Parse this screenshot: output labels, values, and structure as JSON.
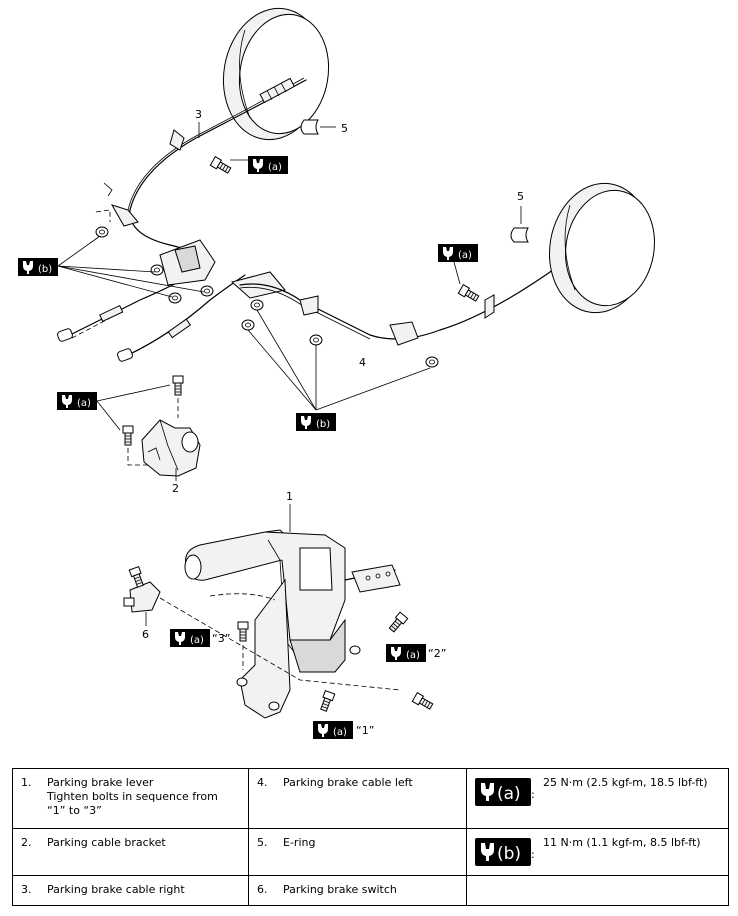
{
  "callouts": {
    "c1": "1",
    "c2": "2",
    "c3": "3",
    "c4": "4",
    "c5a": "5",
    "c5b": "5",
    "c6": "6"
  },
  "badges": {
    "a": "(a)",
    "b": "(b)"
  },
  "sequence": {
    "s1": "“1”",
    "s2": "“2”",
    "s3": "“3”"
  },
  "legend": {
    "items": [
      {
        "num": "1.",
        "text": "Parking brake lever",
        "note": "Tighten bolts in sequence from “1” to “3”"
      },
      {
        "num": "2.",
        "text": "Parking cable bracket"
      },
      {
        "num": "3.",
        "text": "Parking brake cable right"
      },
      {
        "num": "4.",
        "text": "Parking brake cable left"
      },
      {
        "num": "5.",
        "text": "E-ring"
      },
      {
        "num": "6.",
        "text": "Parking brake switch"
      }
    ],
    "torques": [
      {
        "badge": "(a)",
        "colon": ":",
        "spec": "25 N·m (2.5 kgf-m, 18.5 lbf-ft)"
      },
      {
        "badge": "(b)",
        "colon": ":",
        "spec": "11 N·m (1.1 kgf-m, 8.5 lbf-ft)"
      }
    ]
  },
  "colors": {
    "badge_bg": "#000000",
    "badge_fg": "#ffffff",
    "line": "#000000"
  }
}
